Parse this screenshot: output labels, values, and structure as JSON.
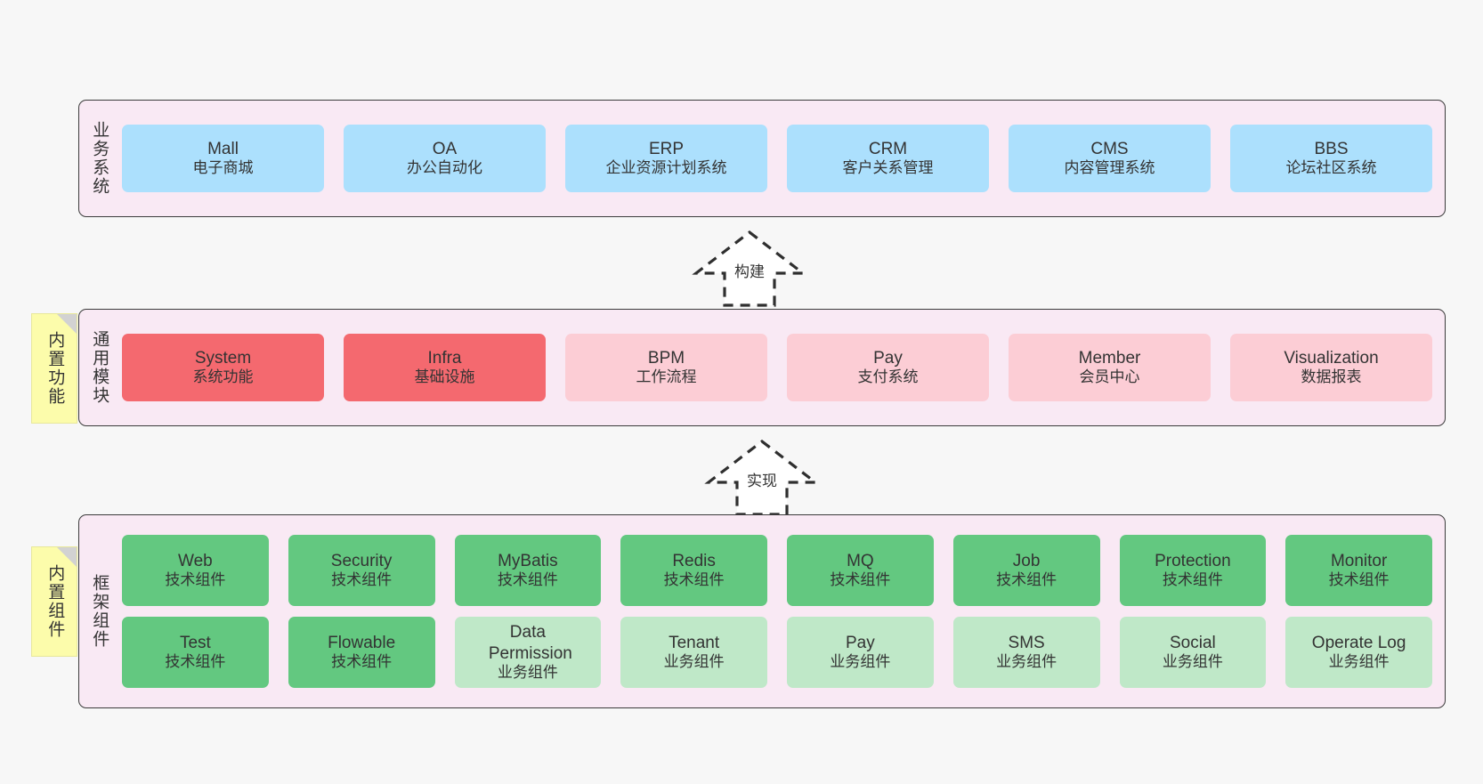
{
  "diagram": {
    "background": "#f7f7f7",
    "container_bg": "#faeaf5",
    "container_border": "#3b3b3b"
  },
  "colors": {
    "business_blue": "#ace0fd",
    "module_red": "#f4696f",
    "module_pink": "#fccdd5",
    "tech_green": "#63c880",
    "biz_green": "#bfe8c8",
    "sticky_yellow": "#fcfcab",
    "fold_gray": "#d2d2d2",
    "text": "#333333"
  },
  "layers": [
    {
      "id": "business",
      "label": "业务系统",
      "rows": [
        [
          {
            "title": "Mall",
            "subtitle": "电子商城",
            "color": "#ace0fd"
          },
          {
            "title": "OA",
            "subtitle": "办公自动化",
            "color": "#ace0fd"
          },
          {
            "title": "ERP",
            "subtitle": "企业资源计划系统",
            "color": "#ace0fd"
          },
          {
            "title": "CRM",
            "subtitle": "客户关系管理",
            "color": "#ace0fd"
          },
          {
            "title": "CMS",
            "subtitle": "内容管理系统",
            "color": "#ace0fd"
          },
          {
            "title": "BBS",
            "subtitle": "论坛社区系统",
            "color": "#ace0fd"
          }
        ]
      ]
    },
    {
      "id": "modules",
      "label": "通用模块",
      "sticky": "内置功能",
      "rows": [
        [
          {
            "title": "System",
            "subtitle": "系统功能",
            "color": "#f4696f"
          },
          {
            "title": "Infra",
            "subtitle": "基础设施",
            "color": "#f4696f"
          },
          {
            "title": "BPM",
            "subtitle": "工作流程",
            "color": "#fccdd5"
          },
          {
            "title": "Pay",
            "subtitle": "支付系统",
            "color": "#fccdd5"
          },
          {
            "title": "Member",
            "subtitle": "会员中心",
            "color": "#fccdd5"
          },
          {
            "title": "Visualization",
            "subtitle": "数据报表",
            "color": "#fccdd5"
          }
        ]
      ]
    },
    {
      "id": "framework",
      "label": "框架组件",
      "sticky": "内置组件",
      "rows": [
        [
          {
            "title": "Web",
            "subtitle": "技术组件",
            "color": "#63c880"
          },
          {
            "title": "Security",
            "subtitle": "技术组件",
            "color": "#63c880"
          },
          {
            "title": "MyBatis",
            "subtitle": "技术组件",
            "color": "#63c880"
          },
          {
            "title": "Redis",
            "subtitle": "技术组件",
            "color": "#63c880"
          },
          {
            "title": "MQ",
            "subtitle": "技术组件",
            "color": "#63c880"
          },
          {
            "title": "Job",
            "subtitle": "技术组件",
            "color": "#63c880"
          },
          {
            "title": "Protection",
            "subtitle": "技术组件",
            "color": "#63c880"
          },
          {
            "title": "Monitor",
            "subtitle": "技术组件",
            "color": "#63c880"
          }
        ],
        [
          {
            "title": "Test",
            "subtitle": "技术组件",
            "color": "#63c880"
          },
          {
            "title": "Flowable",
            "subtitle": "技术组件",
            "color": "#63c880"
          },
          {
            "title": "Data Permission",
            "subtitle": "业务组件",
            "color": "#bfe8c8"
          },
          {
            "title": "Tenant",
            "subtitle": "业务组件",
            "color": "#bfe8c8"
          },
          {
            "title": "Pay",
            "subtitle": "业务组件",
            "color": "#bfe8c8"
          },
          {
            "title": "SMS",
            "subtitle": "业务组件",
            "color": "#bfe8c8"
          },
          {
            "title": "Social",
            "subtitle": "业务组件",
            "color": "#bfe8c8"
          },
          {
            "title": "Operate Log",
            "subtitle": "业务组件",
            "color": "#bfe8c8"
          }
        ]
      ]
    }
  ],
  "connectors": [
    {
      "id": "build",
      "label": "构建",
      "style": "dashed-generalization-up"
    },
    {
      "id": "implement",
      "label": "实现",
      "style": "dashed-generalization-up"
    }
  ]
}
